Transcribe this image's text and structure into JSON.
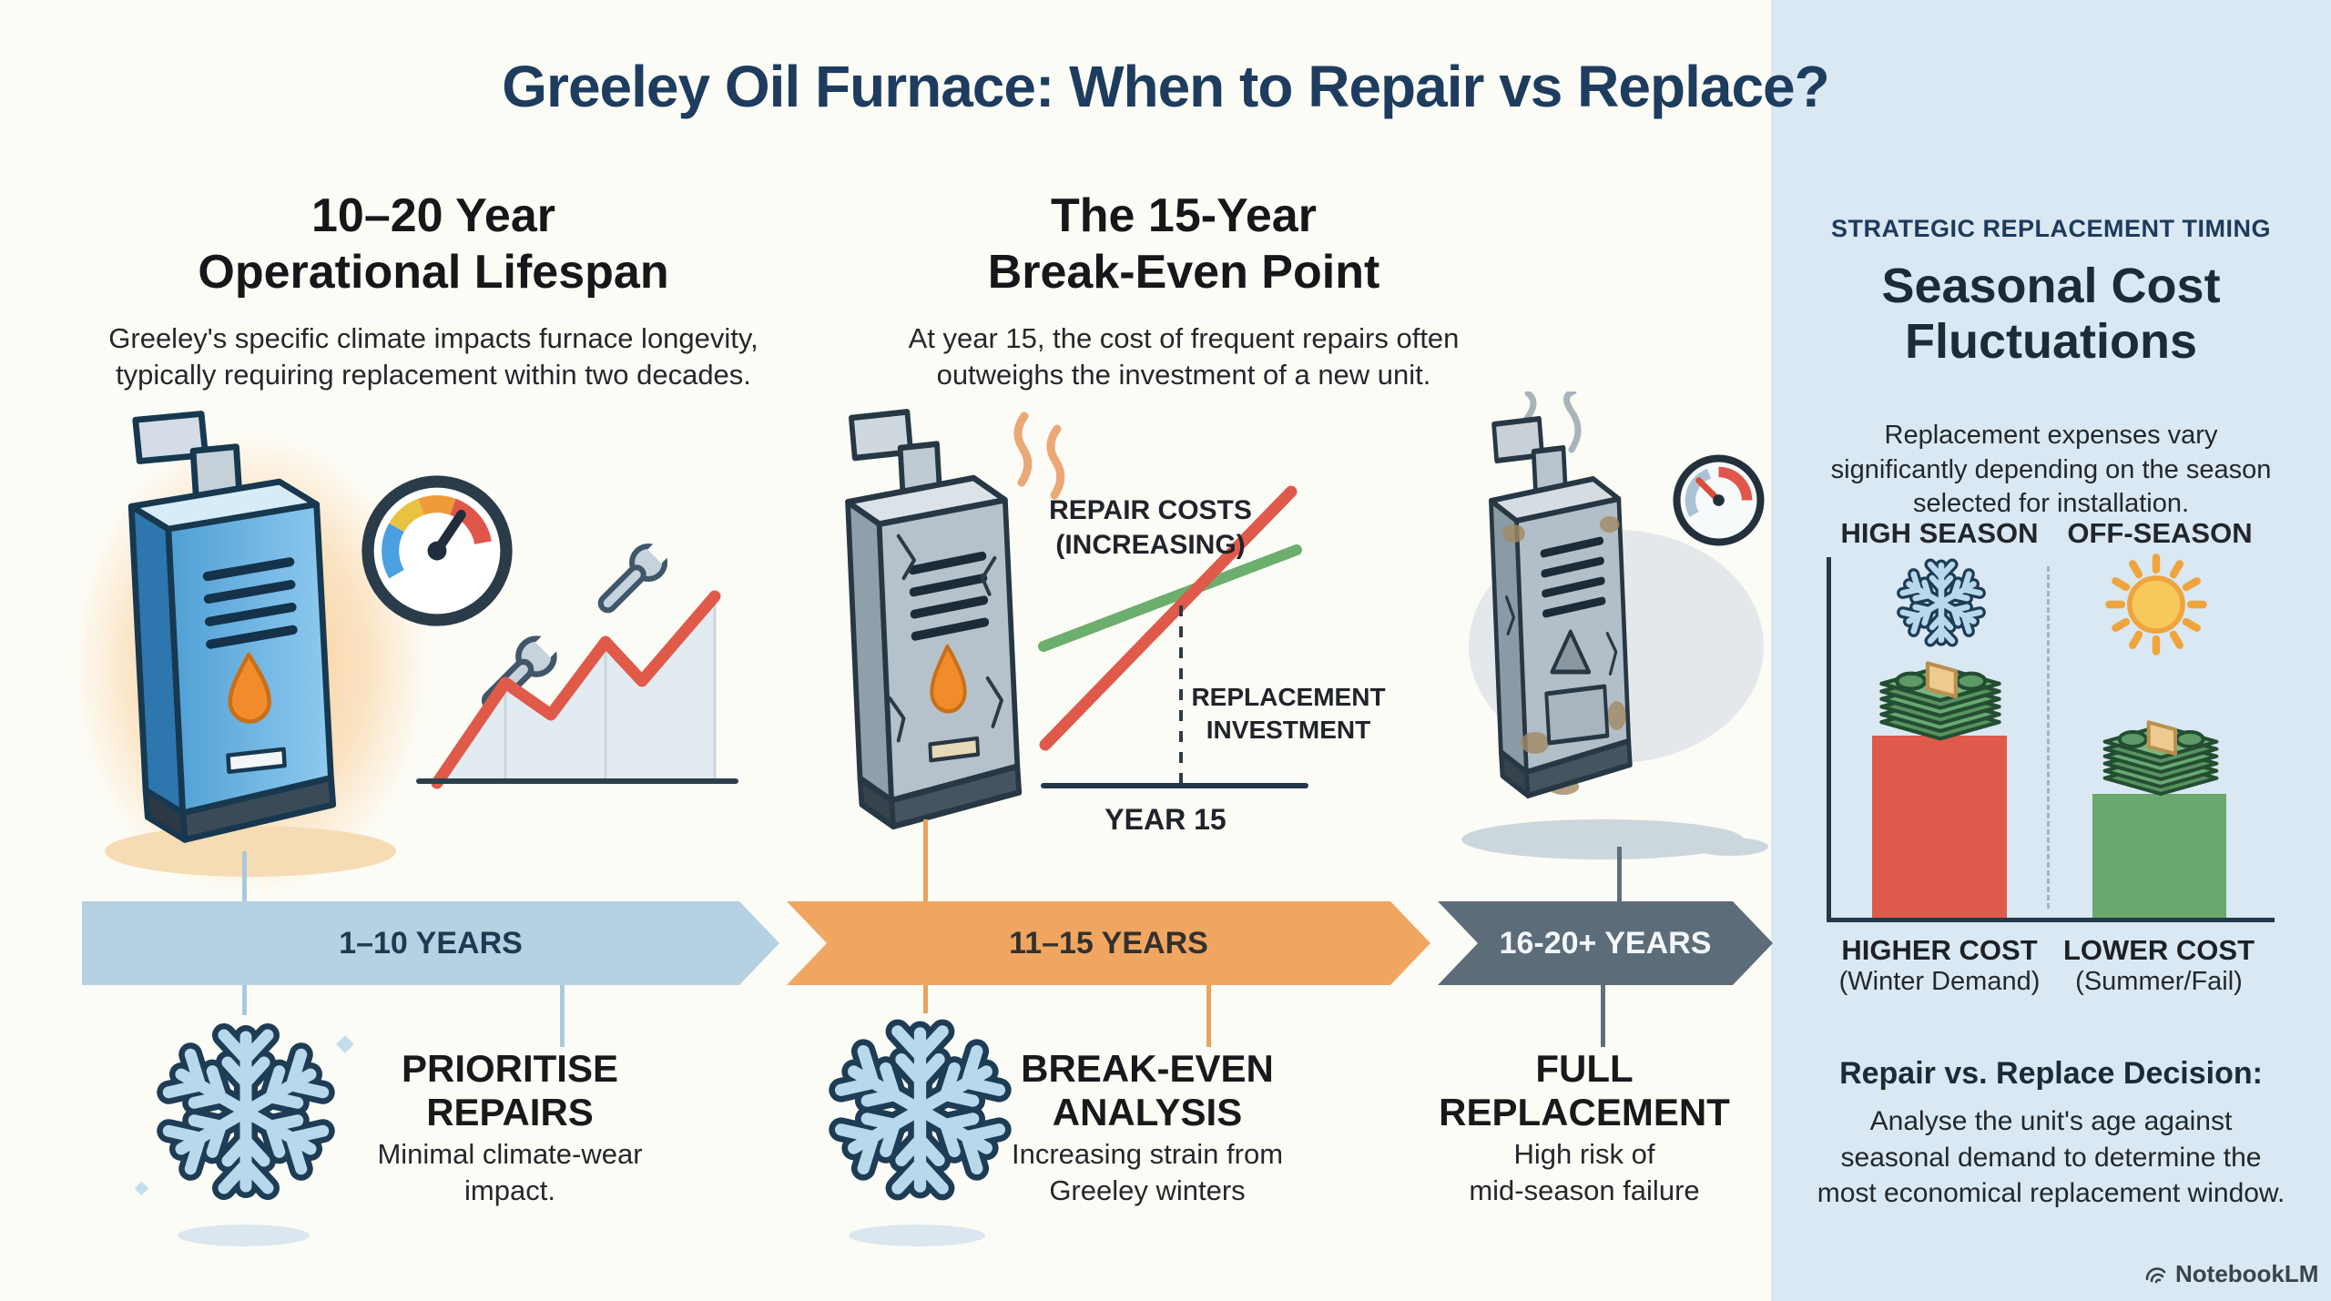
{
  "title": "Greeley Oil Furnace: When to Repair vs Replace?",
  "colors": {
    "background": "#fcfcf6",
    "sidebar_background": "#d9e8f2",
    "title_navy": "#1d3c5e",
    "timeline_blue": "#b5d1e2",
    "timeline_orange": "#f0a661",
    "timeline_slate": "#5d6c79",
    "repair_line_red": "#e05a4b",
    "replacement_line_green": "#6cae6d",
    "high_season_bar_red": "#e05a4b",
    "off_season_bar_green": "#6aa86d"
  },
  "sections": {
    "lifespan": {
      "heading": "10–20 Year\nOperational Lifespan",
      "body": "Greeley's specific climate impacts furnace longevity,\ntypically requiring replacement within two decades."
    },
    "breakeven": {
      "heading": "The 15-Year\nBreak-Even Point",
      "body": "At year 15, the cost of frequent repairs often\noutweighs the investment of a new unit."
    }
  },
  "breakeven_chart": {
    "repair_label": "REPAIR COSTS\n(INCREASING)",
    "replacement_label": "REPLACEMENT\nINVESTMENT",
    "year_marker": "YEAR 15"
  },
  "timeline": [
    {
      "label": "1–10 YEARS"
    },
    {
      "label": "11–15 YEARS"
    },
    {
      "label": "16-20+ YEARS"
    }
  ],
  "phases": [
    {
      "title": "PRIORITISE\nREPAIRS",
      "body": "Minimal climate-wear\nimpact."
    },
    {
      "title": "BREAK-EVEN\nANALYSIS",
      "body": "Increasing strain from\nGreeley winters"
    },
    {
      "title": "FULL\nREPLACEMENT",
      "body": "High risk of\nmid-season failure"
    }
  ],
  "sidebar": {
    "kicker": "STRATEGIC REPLACEMENT TIMING",
    "heading": "Seasonal Cost\nFluctuations",
    "body": "Replacement expenses vary\nsignificantly depending on the season\nselected for installation.",
    "high_season_label": "HIGH SEASON",
    "off_season_label": "OFF-SEASON",
    "high_season_icon": "snowflake-icon",
    "off_season_icon": "sun-icon",
    "higher_cost": "HIGHER COST",
    "higher_cost_sub": "(Winter Demand)",
    "lower_cost": "LOWER COST",
    "lower_cost_sub": "(Summer/Fail)",
    "decision_title": "Repair vs. Replace Decision:",
    "decision_body": "Analyse the unit's age against\nseasonal demand to determine the\nmost economical replacement window."
  },
  "watermark": "NotebookLM",
  "chart_data": [
    {
      "type": "line",
      "title": "The 15-Year Break-Even Point",
      "series": [
        {
          "name": "REPAIR COSTS (INCREASING)",
          "trend": "steeply rising",
          "color": "#e05a4b"
        },
        {
          "name": "REPLACEMENT INVESTMENT",
          "trend": "nearly flat, slightly rising",
          "color": "#6cae6d"
        }
      ],
      "annotation": "lines cross at YEAR 15 (dashed vertical marker)",
      "xlabel": "YEAR 15",
      "grid": false,
      "legend_position": "inline labels"
    },
    {
      "type": "bar",
      "title": "Seasonal Cost Fluctuations",
      "categories": [
        "HIGH SEASON",
        "OFF-SEASON"
      ],
      "values_relative": [
        1.0,
        0.68
      ],
      "bar_colors": [
        "#e05a4b",
        "#6aa86d"
      ],
      "labels": [
        "HIGHER COST (Winter Demand)",
        "LOWER COST (Summer/Fail)"
      ],
      "grid": false
    }
  ]
}
